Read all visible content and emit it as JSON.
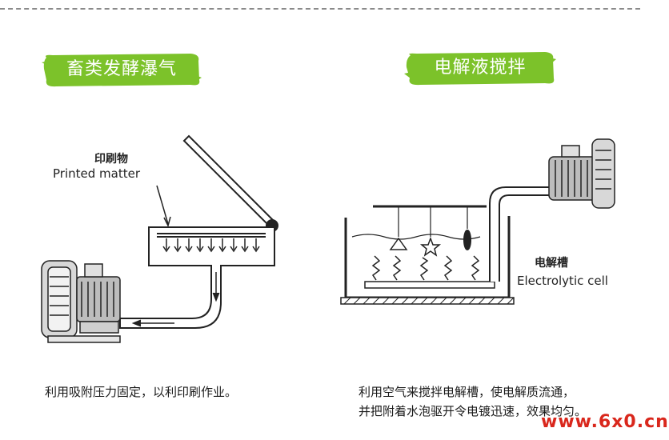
{
  "banners": {
    "left": "畜类发酵瀑气",
    "right": "电解液搅拌",
    "color": "#7cc22a"
  },
  "left_diagram": {
    "label_cn": "印刷物",
    "label_en": "Printed matter",
    "caption": "利用吸附压力固定，以利印刷作业。"
  },
  "right_diagram": {
    "label_cn": "电解槽",
    "label_en": "Electrolytic cell",
    "caption_line1": "利用空气来搅拌电解槽，使电解质流通，",
    "caption_line2": "并把附着水泡驱开令电镀迅速，效果均匀。"
  },
  "watermark": "www.6x0.cn"
}
